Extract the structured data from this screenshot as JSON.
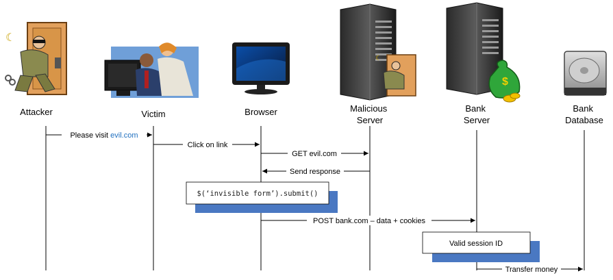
{
  "actors": [
    {
      "id": "attacker",
      "label_lines": [
        "Attacker"
      ],
      "icon": "burglar-icon"
    },
    {
      "id": "victim",
      "label_lines": [
        "Victim"
      ],
      "icon": "office-workers-icon"
    },
    {
      "id": "browser",
      "label_lines": [
        "Browser"
      ],
      "icon": "monitor-icon"
    },
    {
      "id": "malicious",
      "label_lines": [
        "Malicious",
        "Server"
      ],
      "icon": "server-with-burglar-icon"
    },
    {
      "id": "bank",
      "label_lines": [
        "Bank",
        "Server"
      ],
      "icon": "server-with-money-bag-icon"
    },
    {
      "id": "db",
      "label_lines": [
        "Bank",
        "Database"
      ],
      "icon": "hard-drive-icon"
    }
  ],
  "messages": [
    {
      "from": "attacker",
      "to": "victim",
      "text": "Please visit ",
      "link": "evil.com"
    },
    {
      "from": "victim",
      "to": "browser",
      "text": "Click on link"
    },
    {
      "from": "browser",
      "to": "malicious",
      "text": "GET evil.com"
    },
    {
      "from": "malicious",
      "to": "browser",
      "text": "Send response"
    },
    {
      "from": "browser",
      "to": "bank",
      "text": "POST bank.com – data + cookies"
    },
    {
      "from": "bank",
      "to": "db",
      "text": "Transfer money"
    }
  ],
  "notes": [
    {
      "text": "$(‘invisible form’).submit()",
      "style": "mono"
    },
    {
      "text": "Valid session ID",
      "style": "normal"
    }
  ],
  "colors": {
    "link": "#1f6fbf",
    "shadow_box": "#4a78c2",
    "line": "#000000"
  }
}
